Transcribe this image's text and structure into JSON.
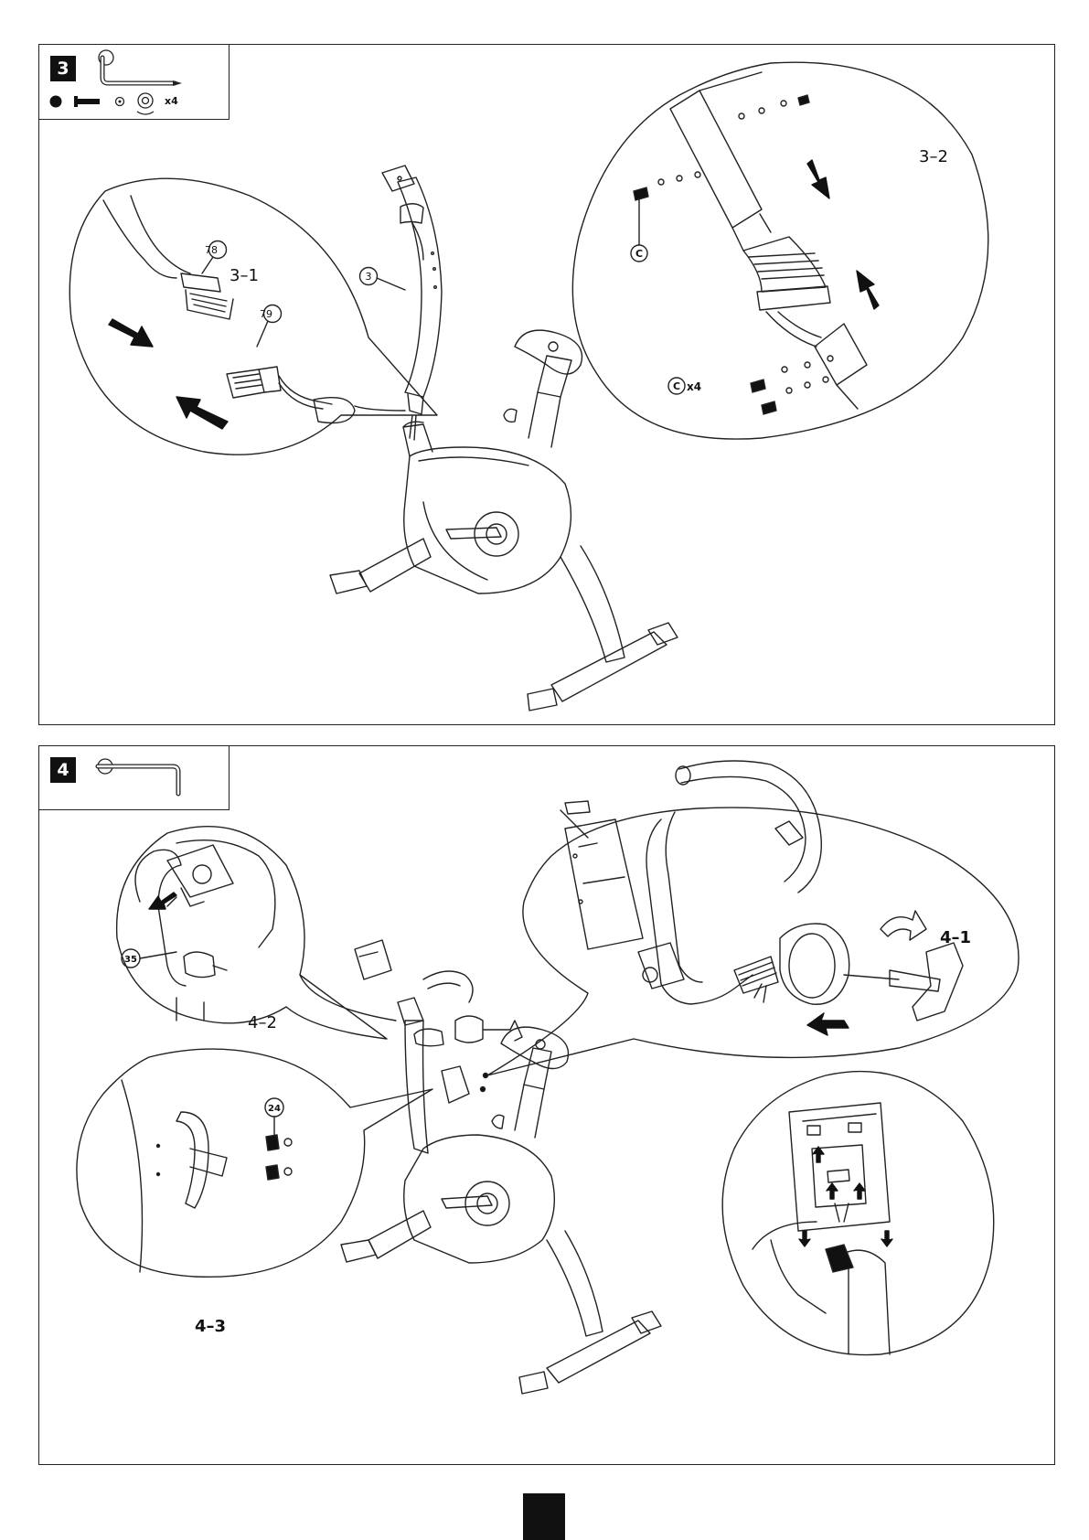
{
  "steps": [
    {
      "number": "3",
      "tools_qty": "x4",
      "details": [
        {
          "label": "3–1"
        },
        {
          "label": "3–2"
        }
      ],
      "callouts": {
        "part_78": "78",
        "part_79": "79",
        "part_3": "3",
        "hardware_c": "C",
        "hardware_c_qty": "x4"
      }
    },
    {
      "number": "4",
      "details": [
        {
          "label": "4–1"
        },
        {
          "label": "4–2"
        },
        {
          "label": "4–3"
        }
      ],
      "callouts": {
        "part_35": "35",
        "part_24": "24"
      }
    }
  ],
  "colors": {
    "line": "#222222",
    "fill": "#ffffff",
    "accent": "#111111"
  }
}
